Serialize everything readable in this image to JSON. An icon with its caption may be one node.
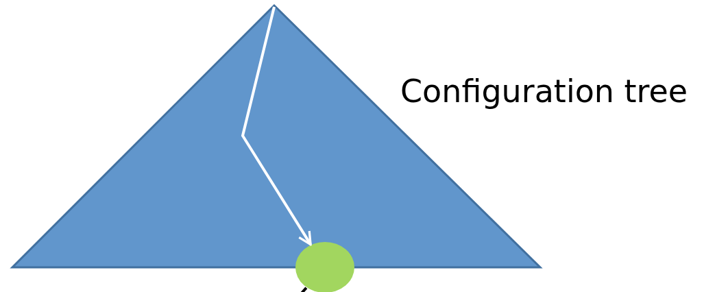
{
  "diagram": {
    "nodes": [
      {
        "text": [
          "Configuration tree"
        ]
      },
      {
        "text": [],
        "shape": "circle"
      }
    ],
    "edges": [
      {
        "from": 0,
        "to": 1,
        "arrow": "to",
        "color": "#ffffff"
      },
      {
        "from": 1,
        "to": null,
        "arrow": "none",
        "color": "#000000"
      }
    ]
  }
}
